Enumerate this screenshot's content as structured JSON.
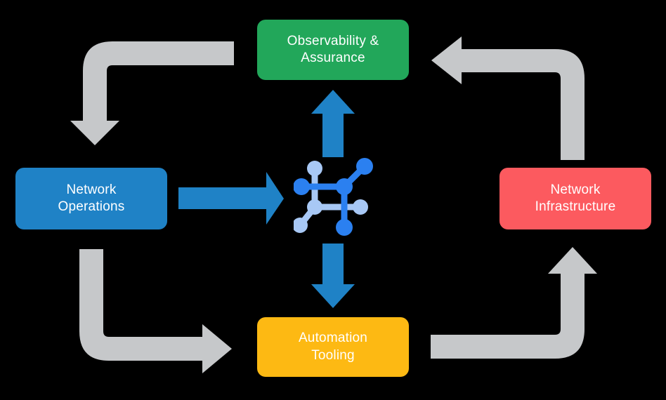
{
  "diagram": {
    "title": "Network automation lifecycle cycle",
    "background_color": "#000000",
    "nodes": [
      {
        "id": "observability",
        "label": "Observability &\nAssurance",
        "color": "#22a75a",
        "text_color": "#ffffff",
        "position": "top"
      },
      {
        "id": "network-operations",
        "label": "Network\nOperations",
        "color": "#1f82c6",
        "text_color": "#ffffff",
        "position": "left"
      },
      {
        "id": "network-infrastructure",
        "label": "Network\nInfrastructure",
        "color": "#fc5a5f",
        "text_color": "#ffffff",
        "position": "right"
      },
      {
        "id": "automation-tooling",
        "label": "Automation\nTooling",
        "color": "#fdb913",
        "text_color": "#ffffff",
        "position": "bottom"
      }
    ],
    "center": {
      "icon_name": "network-topology-icon",
      "node_colors": {
        "primary": "#2b80f0",
        "secondary": "#a8c8f5"
      }
    },
    "arrows": {
      "blue_color": "#1f82c6",
      "gray_color": "#c6c8ca",
      "blue_arrows": [
        {
          "name": "arrow-center-to-observability",
          "direction": "up"
        },
        {
          "name": "arrow-operations-to-center",
          "direction": "right"
        },
        {
          "name": "arrow-center-to-automation",
          "direction": "down"
        }
      ],
      "gray_arrows": [
        {
          "name": "arrow-observability-to-operations",
          "direction": "elbow-down-left"
        },
        {
          "name": "arrow-infrastructure-to-observability",
          "direction": "elbow-up-left"
        },
        {
          "name": "arrow-operations-to-automation",
          "direction": "elbow-down-right"
        },
        {
          "name": "arrow-automation-to-infrastructure",
          "direction": "elbow-right-up"
        }
      ]
    }
  }
}
